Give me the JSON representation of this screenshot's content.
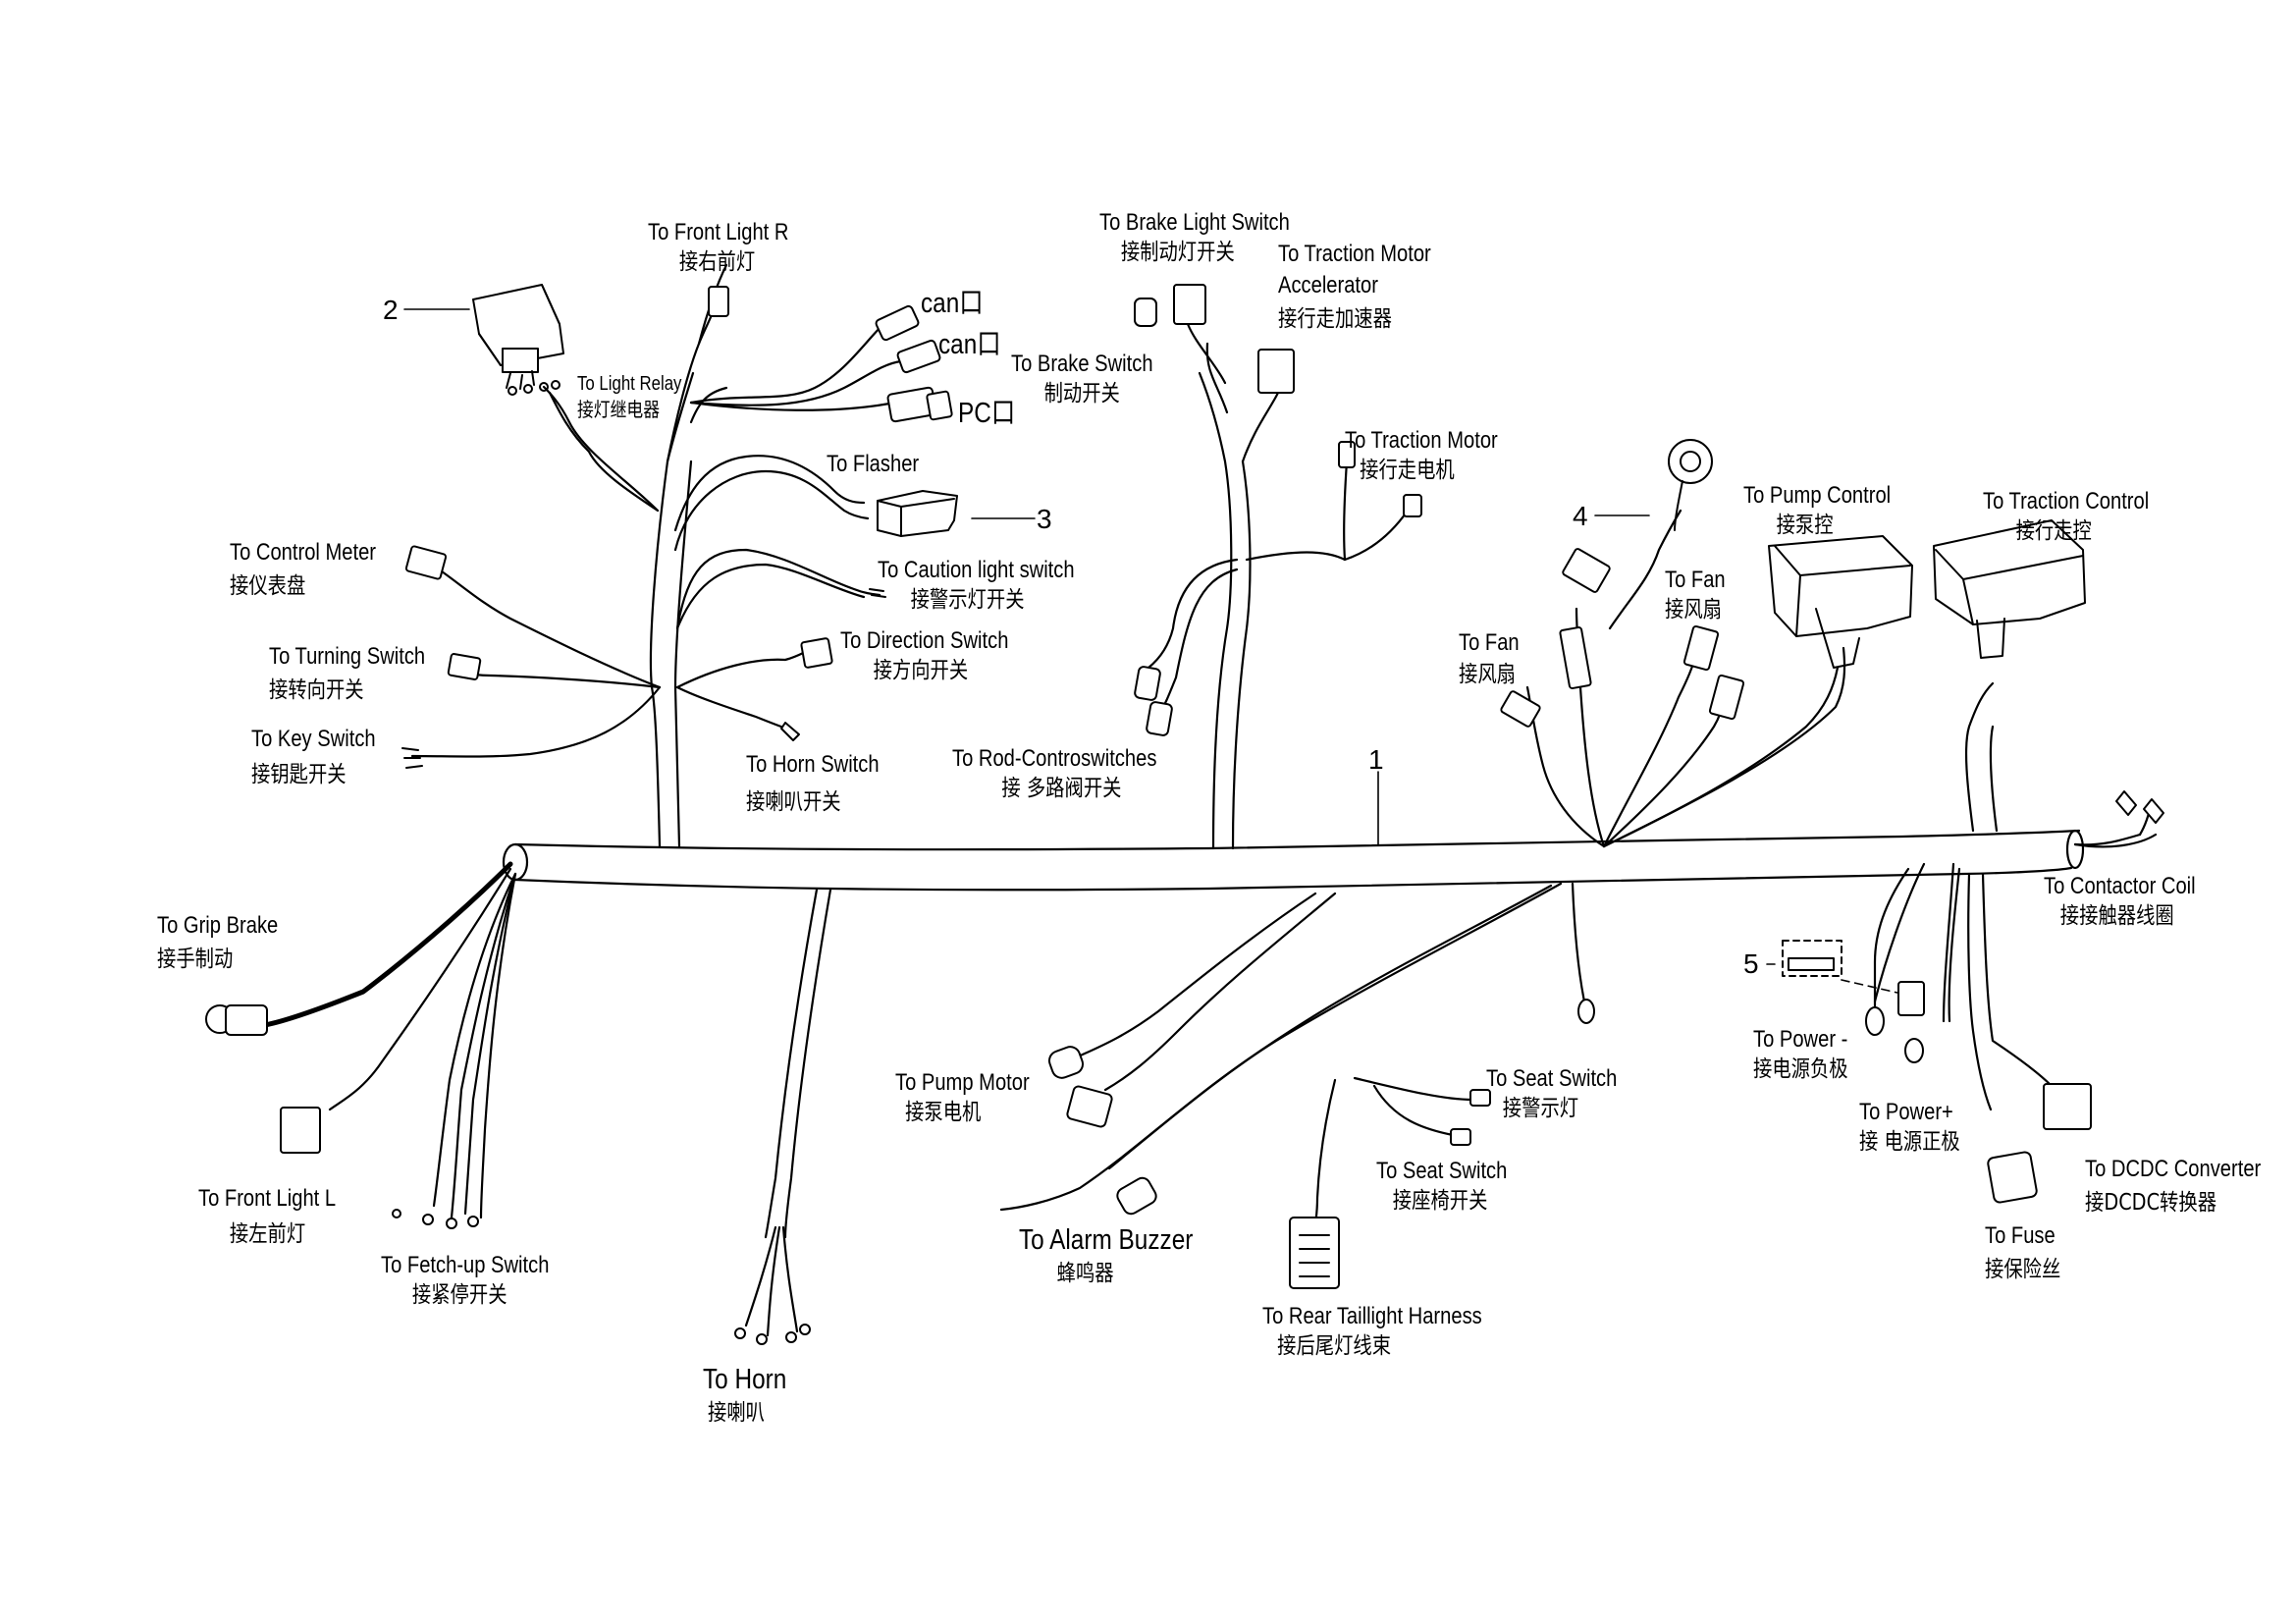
{
  "parts": {
    "p1": "1",
    "p2": "2",
    "p3": "3",
    "p4": "4",
    "p5": "5"
  },
  "labels": {
    "front_light_r": {
      "en": "To Front Light R",
      "cn": "接右前灯"
    },
    "light_relay": {
      "en": "To Light Relay",
      "cn": "接灯继电器"
    },
    "can1": "can口",
    "can2": "can口",
    "pc": "PC口",
    "flasher": {
      "en": "To Flasher"
    },
    "control_meter": {
      "en": "To Control Meter",
      "cn": "接仪表盘"
    },
    "caution_light_switch": {
      "en": "To Caution light switch",
      "cn": "接警示灯开关"
    },
    "turning_switch": {
      "en": "To Turning Switch",
      "cn": "接转向开关"
    },
    "direction_switch": {
      "en": "To Direction Switch",
      "cn": "接方向开关"
    },
    "key_switch": {
      "en": "To Key Switch",
      "cn": "接钥匙开关"
    },
    "horn_switch": {
      "en": "To Horn Switch",
      "cn": "接喇叭开关"
    },
    "brake_light_switch": {
      "en": "To Brake Light Switch",
      "cn": "接制动灯开关"
    },
    "traction_motor_accel": {
      "en1": "To Traction Motor",
      "en2": "Accelerator",
      "cn": "接行走加速器"
    },
    "brake_switch": {
      "en": "To Brake Switch",
      "cn": "制动开关"
    },
    "traction_motor": {
      "en": "To Traction Motor",
      "cn": "接行走电机"
    },
    "rod_controswitches": {
      "en": "To  Rod-Controswitches",
      "cn": "接  多路阀开关"
    },
    "pump_control": {
      "en": "To Pump Control",
      "cn": "接泵控"
    },
    "traction_control": {
      "en": "To Traction Control",
      "cn": "接行走控"
    },
    "fan1": {
      "en": "To Fan",
      "cn": "接风扇"
    },
    "fan2": {
      "en": "To Fan",
      "cn": "接风扇"
    },
    "contactor_coil": {
      "en": "To Contactor Coil",
      "cn": "接接触器线圈"
    },
    "grip_brake": {
      "en": "To Grip Brake",
      "cn": "接手制动"
    },
    "front_light_l": {
      "en": "To Front Light L",
      "cn": "接左前灯"
    },
    "fetch_up_switch": {
      "en": "To Fetch-up Switch",
      "cn": "接紧停开关"
    },
    "horn": {
      "en": "To Horn",
      "cn": "接喇叭"
    },
    "pump_motor": {
      "en": "To Pump Motor",
      "cn": "接泵电机"
    },
    "alarm_buzzer": {
      "en": "To Alarm Buzzer",
      "cn": "蜂鸣器"
    },
    "seat_switch_warning": {
      "en": "To Seat Switch",
      "cn": "接警示灯"
    },
    "seat_switch": {
      "en": "To Seat Switch",
      "cn": "接座椅开关"
    },
    "rear_taillight": {
      "en": "To Rear Taillight Harness",
      "cn": "接后尾灯线束"
    },
    "power_neg": {
      "en": "To Power -",
      "cn": "接电源负极"
    },
    "power_pos": {
      "en": "To Power+",
      "cn": "接  电源正极"
    },
    "dcdc": {
      "en": "To DCDC Converter",
      "cn": "接DCDC转换器"
    },
    "fuse": {
      "en": "To Fuse",
      "cn": "接保险丝"
    }
  }
}
